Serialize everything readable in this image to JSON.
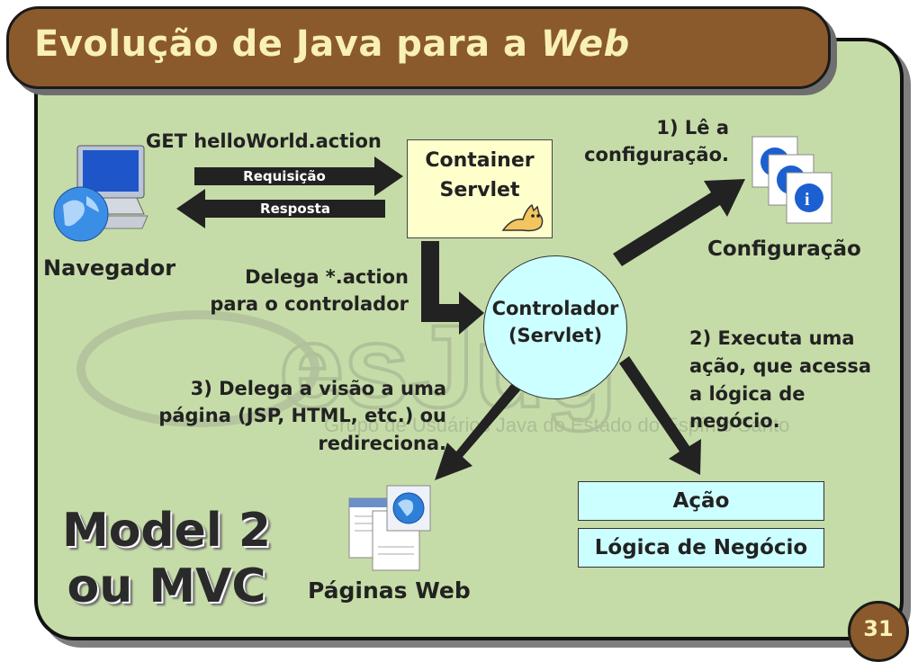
{
  "title": {
    "main": "Evolução de Java para a ",
    "emphasis": "Web"
  },
  "watermark": {
    "logo": "esJug",
    "tagline": "Grupo de Usuários Java do Estado do Espírito Santo"
  },
  "browser": {
    "label": "Navegador",
    "request_text": "GET helloWorld.action",
    "request_arrow": "Requisição",
    "response_arrow": "Resposta"
  },
  "container": {
    "line1": "Container",
    "line2": "Servlet"
  },
  "delegate": {
    "line1": "Delega *.action",
    "line2": "para o controlador"
  },
  "controller": {
    "line1": "Controlador",
    "line2": "(Servlet)"
  },
  "step1": {
    "line1": "1) Lê a",
    "line2": "configuração."
  },
  "config": {
    "label": "Configuração"
  },
  "step2": {
    "line1": "2) Executa uma",
    "line2": "ação, que acessa",
    "line3": "a lógica de",
    "line4": "negócio."
  },
  "step3": {
    "line1": "3) Delega a visão a uma",
    "line2": "página (JSP, HTML, etc.) ou",
    "line3": "redireciona."
  },
  "boxes": {
    "action": "Ação",
    "business": "Lógica de Negócio"
  },
  "pages": {
    "label": "Páginas Web"
  },
  "model": {
    "line1": "Model 2",
    "line2": "ou MVC"
  },
  "page_number": "31",
  "colors": {
    "panel": "#c6dca8",
    "title_bar": "#8a5a2c",
    "title_text": "#f9f0b4",
    "controller": "#ccffff",
    "container": "#ffffcc",
    "arrow": "#222222"
  }
}
